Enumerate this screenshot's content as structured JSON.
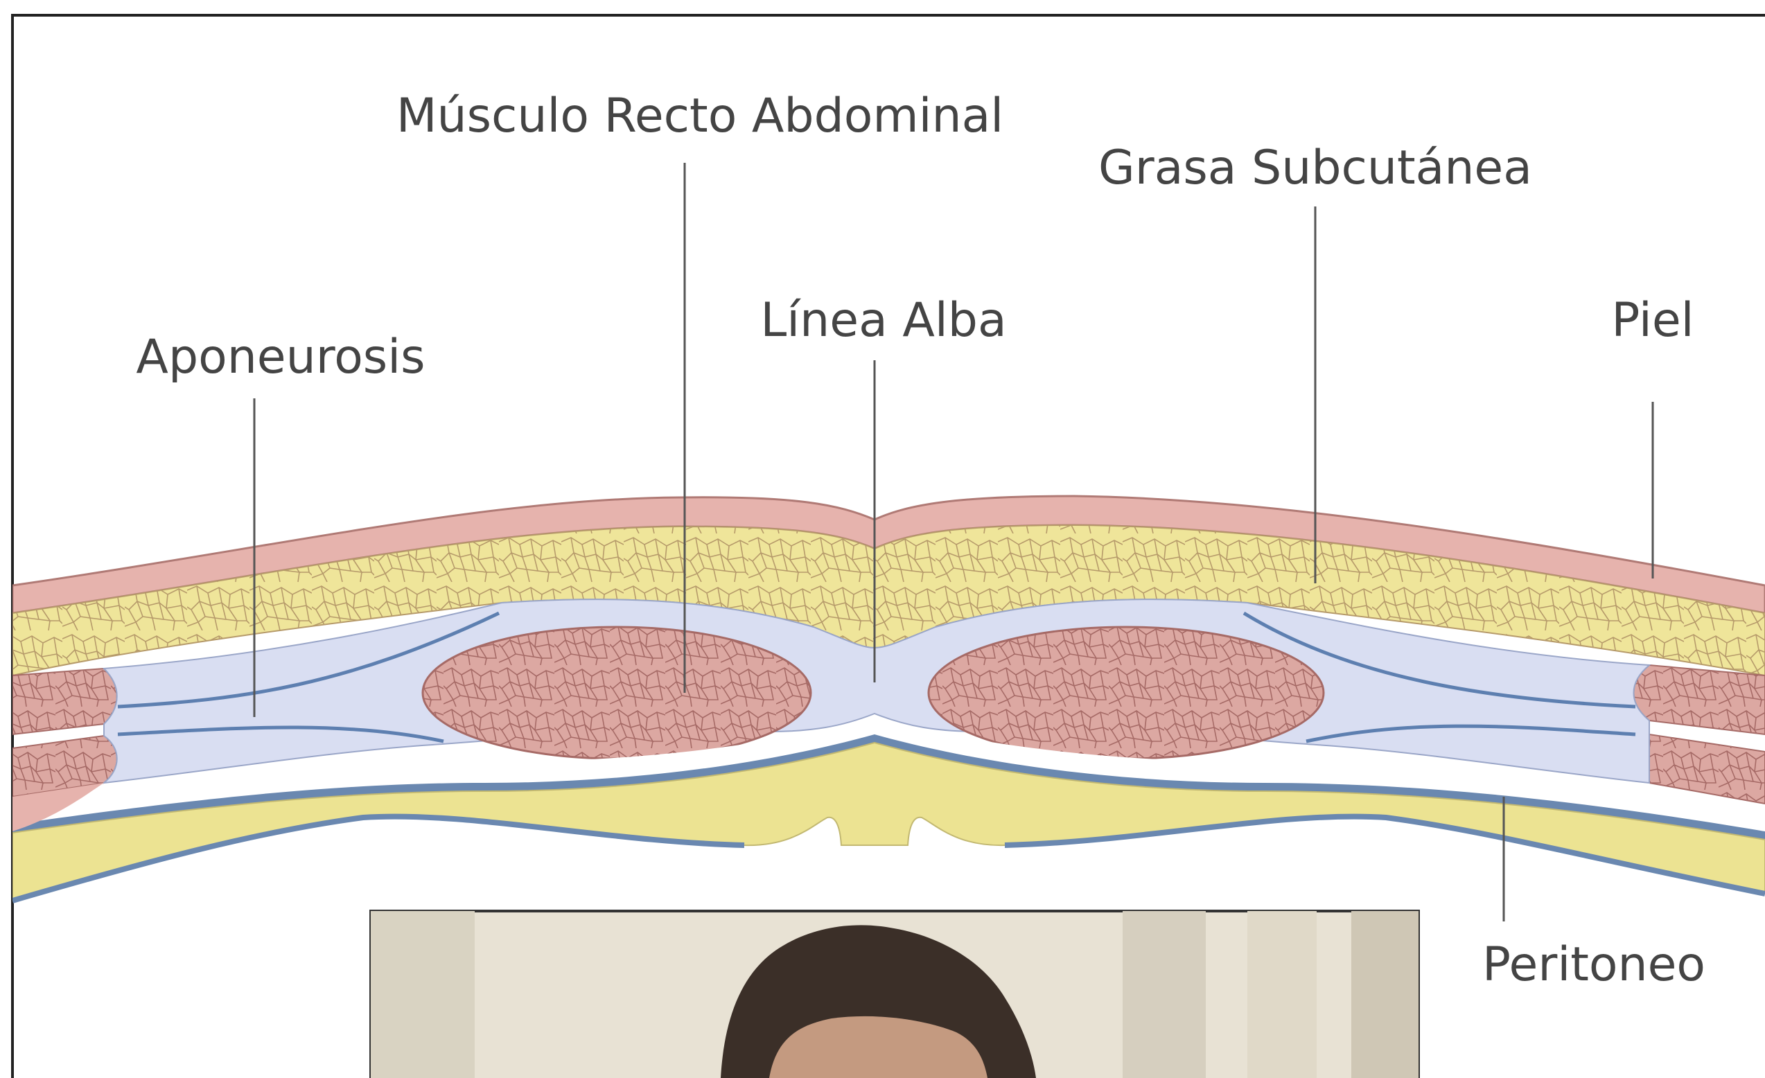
{
  "diagram": {
    "labels": {
      "recto": "Músculo Recto Abdominal",
      "grasa": "Grasa Subcutánea",
      "linea_alba": "Línea Alba",
      "aponeurosis": "Aponeurosis",
      "piel": "Piel",
      "peritoneo": "Peritoneo"
    }
  },
  "colors": {
    "skin": "#e6b3ad",
    "fat": "#efe59a",
    "muscle": "#dca8a2",
    "fascia": "#d9def2",
    "peritoneum_blue": "#6a88b0",
    "preperitoneal_fat": "#ece392",
    "line": "#555555"
  }
}
